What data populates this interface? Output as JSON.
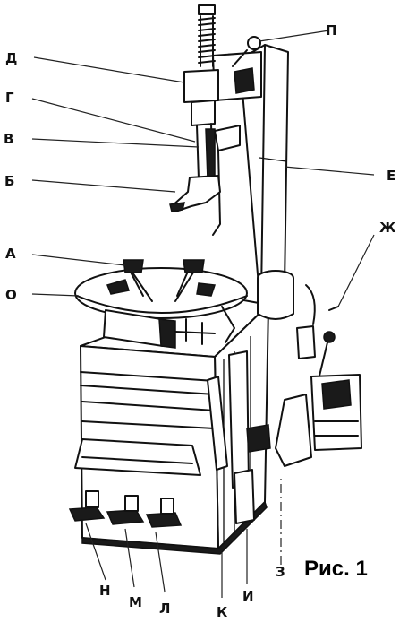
{
  "figure": {
    "caption": "Рис. 1",
    "labels": {
      "P": "П",
      "D": "Д",
      "G": "Г",
      "V": "В",
      "B": "Б",
      "E": "Е",
      "Zh": "Ж",
      "A": "А",
      "O": "О",
      "N": "Н",
      "M": "М",
      "L": "Л",
      "K": "К",
      "I": "И",
      "Z": "З"
    }
  }
}
